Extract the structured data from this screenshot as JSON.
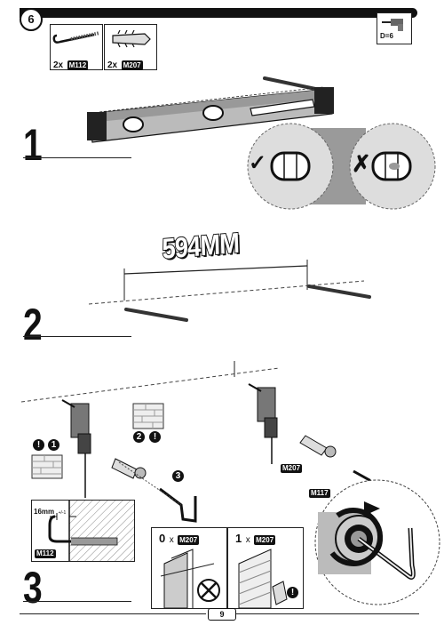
{
  "header": {
    "step_badge": "6",
    "tool_icon_label": "D=6"
  },
  "parts": [
    {
      "qty": "2x",
      "code": "M112",
      "icon": "hook-screw-icon"
    },
    {
      "qty": "2x",
      "code": "M207",
      "icon": "wall-plug-icon"
    }
  ],
  "steps": [
    {
      "number": "1"
    },
    {
      "number": "2",
      "measurement": "594MM"
    },
    {
      "number": "3"
    }
  ],
  "step1": {
    "correct_mark": "✓",
    "wrong_mark": "✗"
  },
  "step3": {
    "warn_1": "!",
    "circle_1": "1",
    "circle_2": "2",
    "warn_2": "!",
    "circle_3": "3",
    "tag_m207": "M207",
    "tag_m117": "M117",
    "depth_label": "16mm",
    "depth_tolerance": "+/-1",
    "depth_tag": "M112",
    "option_a": {
      "count": "0",
      "times": "x",
      "code": "M207"
    },
    "option_b": {
      "count": "1",
      "times": "x",
      "code": "M207"
    },
    "warn_3": "!"
  },
  "footer": {
    "page_number": "9"
  }
}
